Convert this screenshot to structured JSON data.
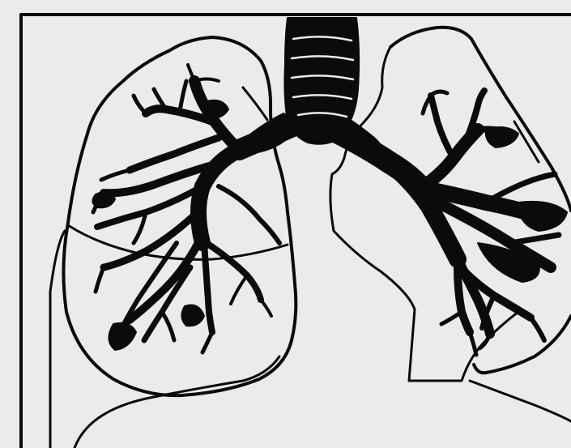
{
  "figure": {
    "subject": "lungs-and-bronchial-tree-drawing",
    "colors": {
      "background": "#ebebe9",
      "ink": "#0b0b0b"
    },
    "parts": {
      "frame": "frame-border",
      "trachea": "trachea",
      "right_lung": "right-lung",
      "left_lung": "left-lung",
      "heart": "heart-outline",
      "diaphragm": "diaphragm"
    }
  }
}
